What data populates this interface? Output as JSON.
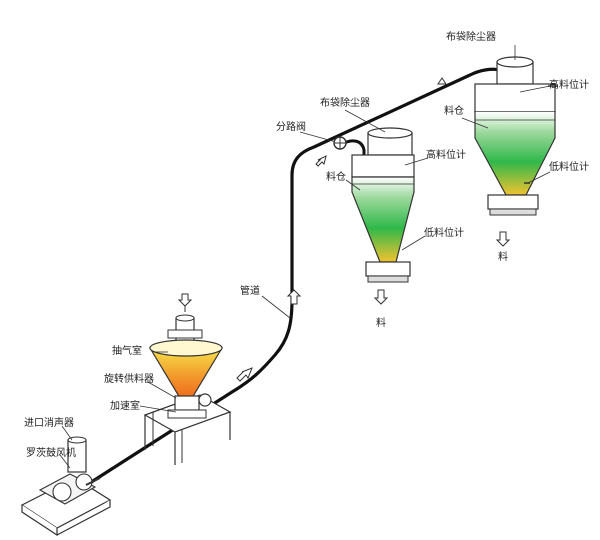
{
  "labels": {
    "bag_filter_top": "布袋除尘器",
    "bag_filter_mid": "布袋除尘器",
    "diverter_valve": "分路阀",
    "high_level_right": "高料位计",
    "high_level_mid": "高料位计",
    "silo_right": "料仓",
    "silo_mid": "料仓",
    "low_level_right": "低料位计",
    "low_level_mid": "低料位计",
    "material_right": "料",
    "material_mid": "料",
    "pipeline": "管道",
    "exhaust_chamber": "抽气室",
    "rotary_feeder": "旋转供料器",
    "accel_chamber": "加速室",
    "inlet_silencer": "进口消声器",
    "roots_blower": "罗茨鼓风机"
  },
  "colors": {
    "silo_top": "#ffffff",
    "silo_green": "#2fb84a",
    "silo_yellow": "#f2c230",
    "hopper_yellow": "#f7e34b",
    "hopper_orange": "#ef6a1c",
    "pipe": "#111111",
    "line": "#333333"
  },
  "icons": {
    "arrow": "hollow-arrow-icon"
  }
}
